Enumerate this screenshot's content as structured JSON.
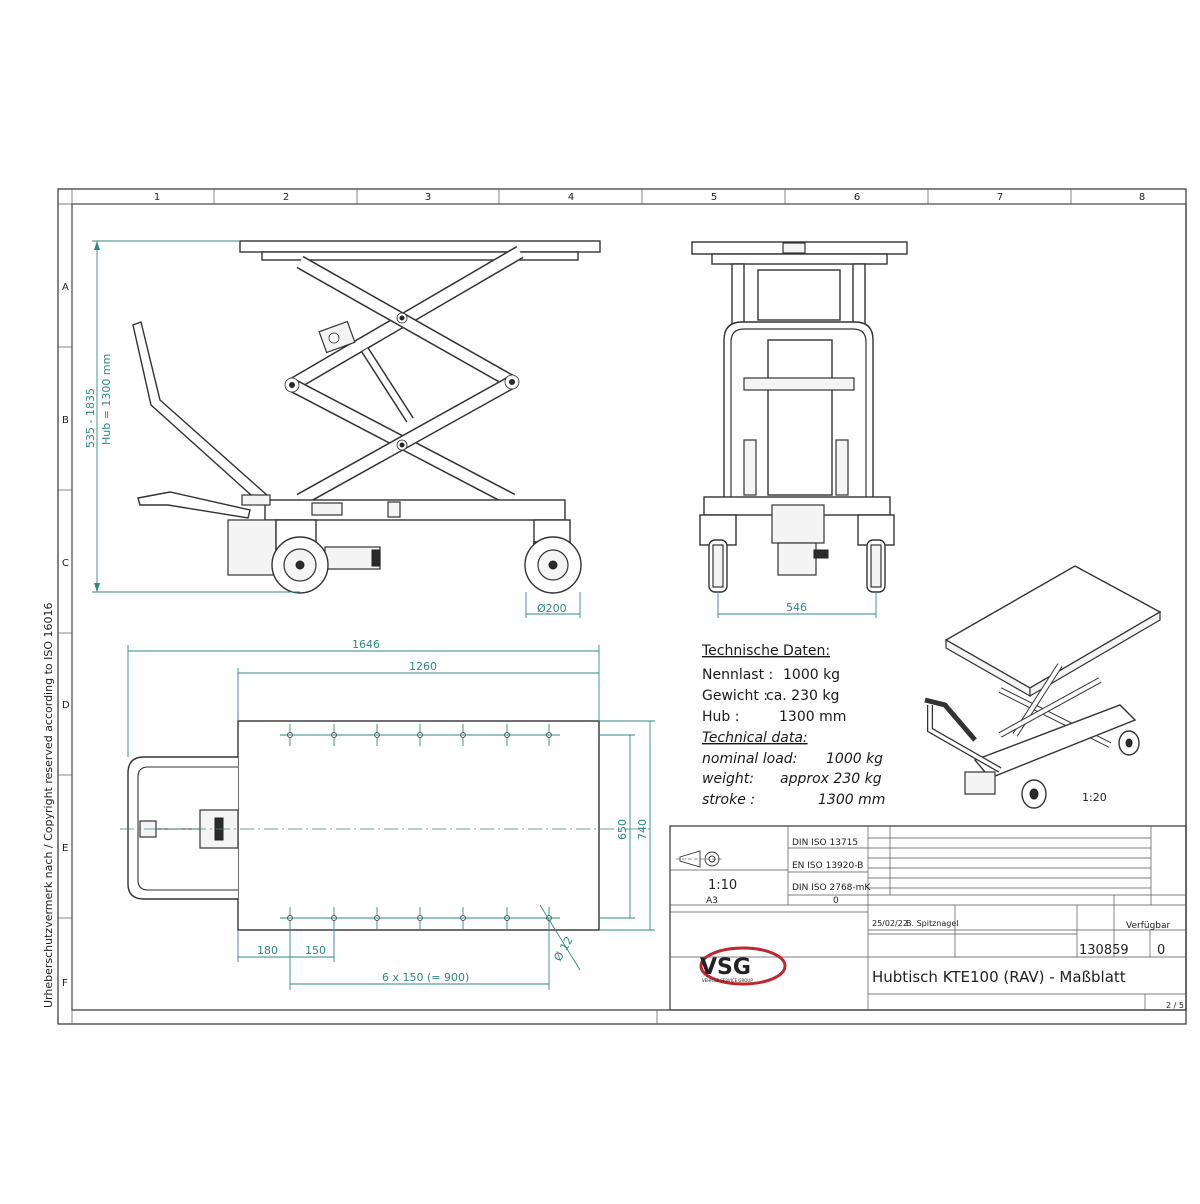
{
  "grid": {
    "columns": [
      "1",
      "2",
      "3",
      "4",
      "5",
      "6",
      "7",
      "8"
    ],
    "rows": [
      "A",
      "B",
      "C",
      "D",
      "E",
      "F"
    ]
  },
  "copyright": "Urheberschutzvermerk nach / Copyright reserved according to  ISO 16016",
  "dimensions": {
    "height_range": "535 - 1835",
    "stroke": "Hub = 1300 mm",
    "wheel": "Ø200",
    "width_front": "546",
    "overall_length": "1646",
    "table_length": "1260",
    "table_width": "650",
    "overall_width": "740",
    "edge_offset": "180",
    "hole_offset": "150",
    "hole_spacing": "6 x 150 (= 900)",
    "hole_dia": "Ø 12"
  },
  "tech": {
    "de_title": "Technische Daten:",
    "de_rows": [
      {
        "label": "Nennlast :",
        "value": "1000 kg"
      },
      {
        "label": "Gewicht :",
        "value": "ca. 230 kg"
      },
      {
        "label": "Hub :",
        "value": "1300 mm"
      }
    ],
    "en_title": "Technical data:",
    "en_rows": [
      {
        "label": "nominal load:",
        "value": "1000 kg"
      },
      {
        "label": "weight:",
        "value": "approx 230 kg"
      },
      {
        "label": "stroke :",
        "value": "1300 mm"
      }
    ]
  },
  "iso_scale": "1:20",
  "title_block": {
    "standards": [
      "DIN ISO 13715",
      "EN ISO 13920-B",
      "DIN ISO 2768-mK"
    ],
    "scale": "1:10",
    "format": "A3",
    "weight": "0",
    "date": "25/02/22",
    "drawn_by": "B. Spitznagel",
    "status": "Verfügbar",
    "drawing_no": "130859",
    "revision": "0",
    "title": "Hubtisch KTE100 (RAV) - Maßblatt",
    "sheet": "2 / 5",
    "logo": "VSG",
    "logo_sub": "VEHICLE SERVICE GROUP"
  }
}
